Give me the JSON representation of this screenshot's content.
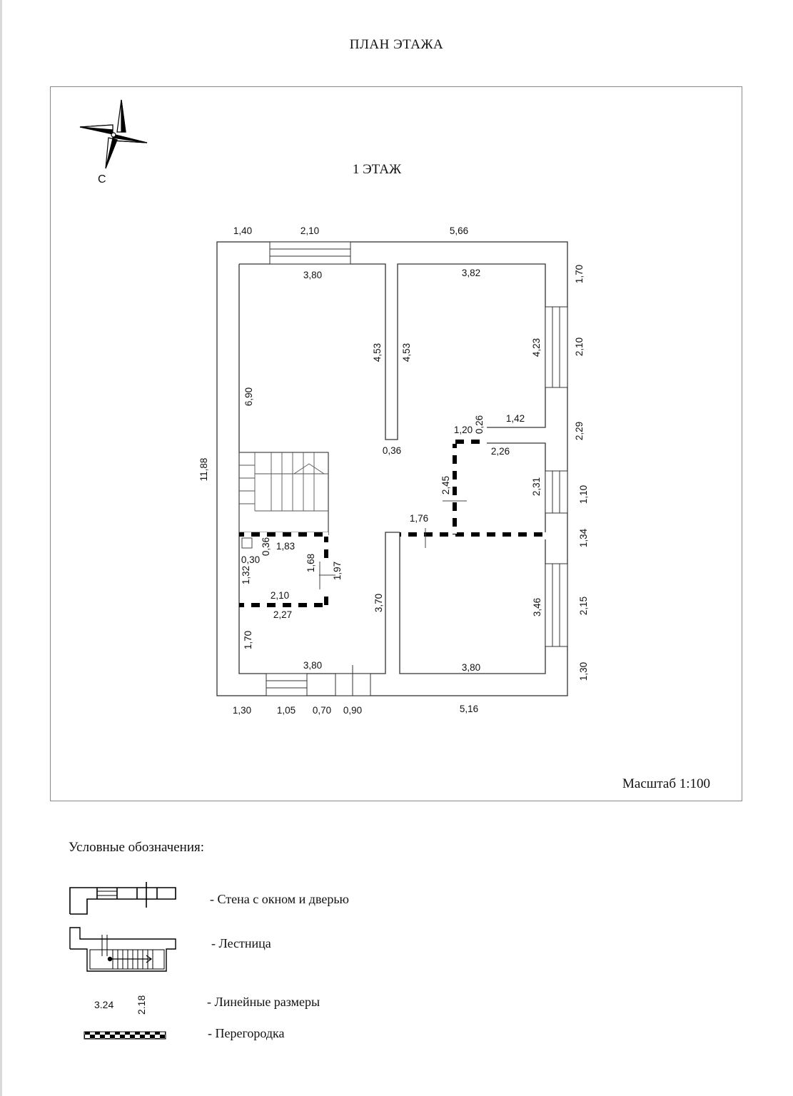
{
  "document": {
    "title": "ПЛАН ЭТАЖА",
    "floor": "1 ЭТАЖ",
    "north_letter": "С",
    "scale": "Масштаб 1:100"
  },
  "dimensions": [
    "1,40",
    "2,10",
    "5,66",
    "1,70",
    "2,10",
    "2,29",
    "1,10",
    "1,34",
    "2,15",
    "1,30",
    "3,80",
    "3,82",
    "4,53",
    "4,53",
    "4,23",
    "6,90",
    "0,36",
    "1,42",
    "0,26",
    "1,20",
    "2,26",
    "11,88",
    "2,45",
    "2,31",
    "1,76",
    "0,30",
    "0,36",
    "1,83",
    "1,32",
    "1,68",
    "1,97",
    "2,10",
    "2,27",
    "3,70",
    "3,46",
    "1,70",
    "3,80",
    "3,80",
    "1,30",
    "1,05",
    "0,70",
    "0,90",
    "5,16"
  ],
  "legend": {
    "title": "Условные обозначения:",
    "items": [
      {
        "label": "-  Стена с окном и дверью",
        "icon": "wall-window-door"
      },
      {
        "label": "-  Лестница",
        "icon": "staircase"
      },
      {
        "label": "-  Линейные размеры",
        "icon": "linear-dimensions",
        "samples": [
          "3.24",
          "2.18"
        ]
      },
      {
        "label": "-  Перегородка",
        "icon": "partition"
      }
    ]
  }
}
